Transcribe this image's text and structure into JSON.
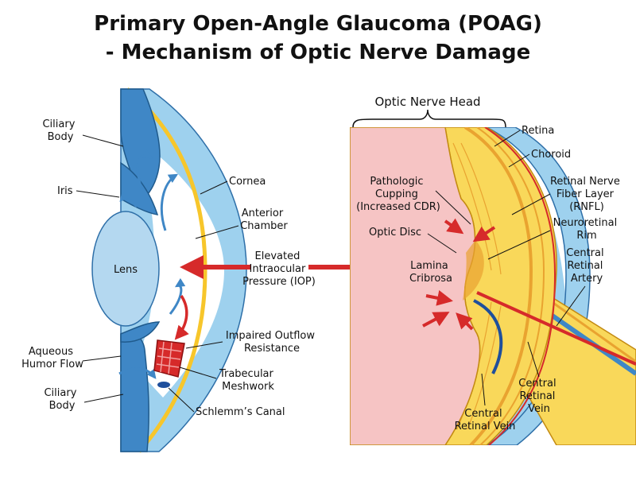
{
  "title": {
    "line1": "Primary Open-Angle Glaucoma (POAG)",
    "line2": "- Mechanism of Optic Nerve Damage"
  },
  "left_labels": {
    "ciliary_body_top": [
      "Ciliary",
      "Body"
    ],
    "iris": "Iris",
    "cornea": "Cornea",
    "anterior_chamber": [
      "Anterior",
      "Chamber"
    ],
    "lens": "Lens",
    "elevated_iop": [
      "Elevated",
      "Intraocular",
      "Pressure (IOP)"
    ],
    "aqueous_humor_flow": [
      "Aqueous",
      "Humor Flow"
    ],
    "impaired_outflow": [
      "Impaired Outflow",
      "Resistance"
    ],
    "trabecular_meshwork": [
      "Trabecular",
      "Meshwork"
    ],
    "ciliary_body_bottom": [
      "Ciliary",
      "Body"
    ],
    "schlemms_canal": "Schlemm’s Canal"
  },
  "right_labels": {
    "optic_nerve_head": "Optic Nerve Head",
    "retina": "Retina",
    "choroid": "Choroid",
    "pathologic_cupping": [
      "Pathologic",
      "Cupping",
      "(Increased CDR)"
    ],
    "rnfl": [
      "Retinal Nerve",
      "Fiber Layer",
      "(RNFL)"
    ],
    "neuroretinal_rim": [
      "Neuroretinal",
      "Rim"
    ],
    "optic_disc": "Optic Disc",
    "lamina_cribrosa": [
      "Lamina",
      "Cribrosa"
    ],
    "central_retinal_artery": [
      "Central",
      "Retinal",
      "Artery"
    ],
    "central_retinal_vein_right": [
      "Central",
      "Retinal",
      "Vein"
    ],
    "central_retinal_vein_bottom": [
      "Central",
      "Retinal Vein"
    ]
  },
  "colors": {
    "outer_blue": "#9ed1ee",
    "deep_blue": "#3f87c6",
    "yellow": "#f7c62b",
    "retina_orange": "#e9a330",
    "nerve_yellow": "#f9d85a",
    "vitreous_pink": "#f6c4c4",
    "red": "#d62a2a",
    "lens_blue": "#b4d8f0"
  }
}
